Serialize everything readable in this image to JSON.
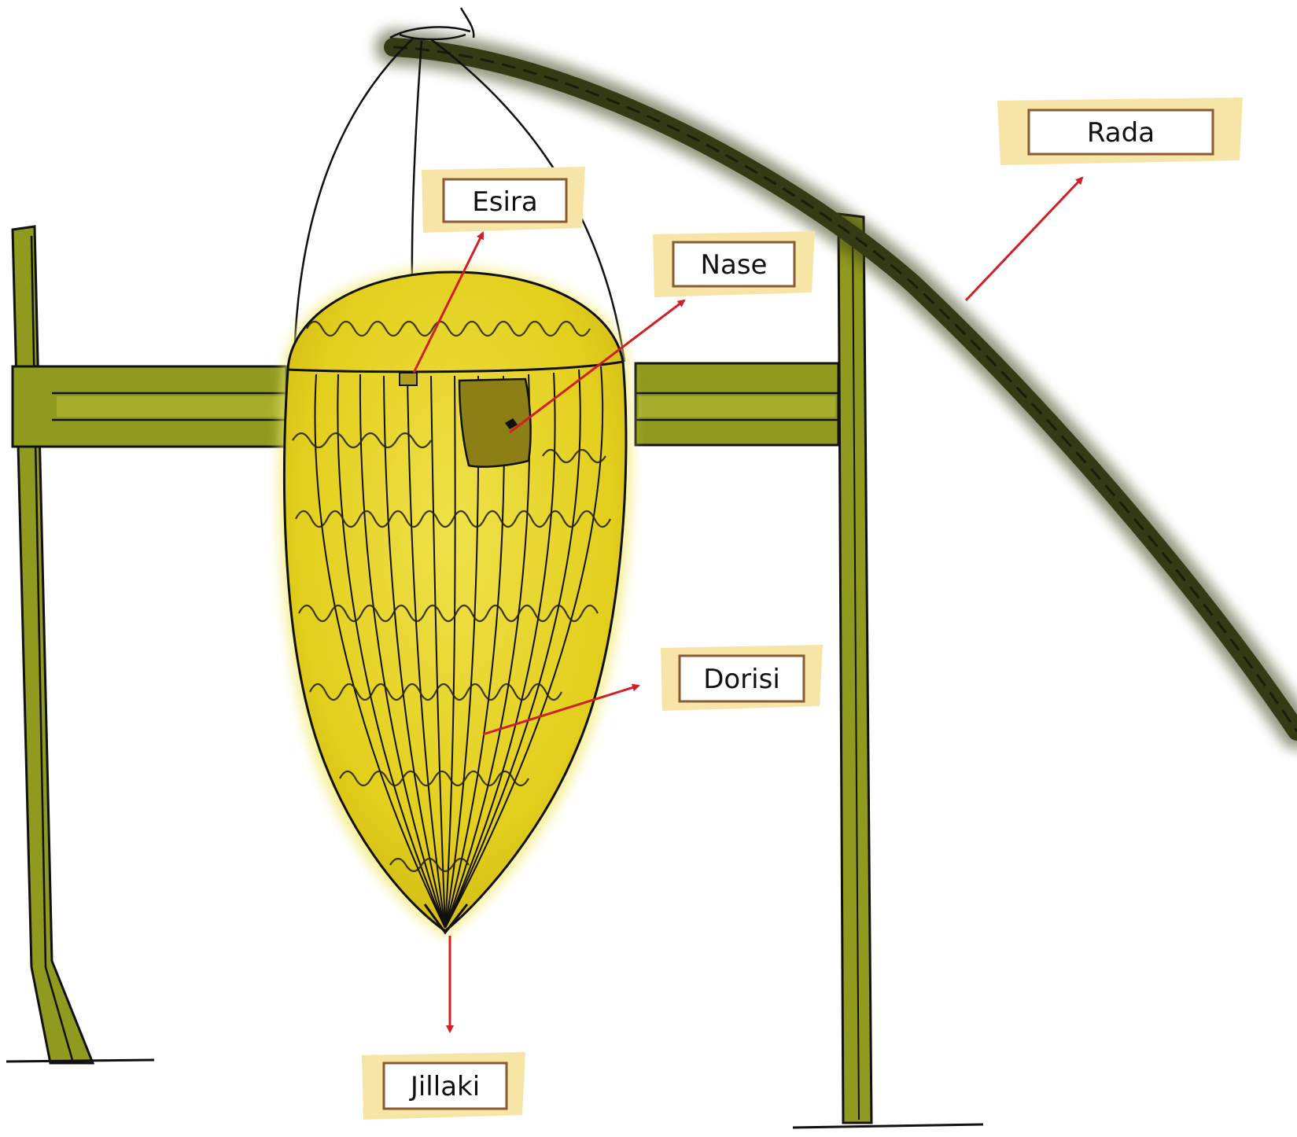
{
  "colors": {
    "frame": "#8f9a1e",
    "frame_dark": "#5c6416",
    "basket": "#e6d41e",
    "basket_glow": "#f6ef7a",
    "pocket": "#8c7f16",
    "pole": "#333a14",
    "arrow": "#d01f27",
    "tape": "#f6e5a6",
    "box_border": "#8a5a30",
    "ink": "#111111"
  },
  "labels": {
    "esira": "Esira",
    "nase": "Nase",
    "rada": "Rada",
    "dorisi": "Dorisi",
    "jillaki": "Jillaki"
  },
  "icons": {
    "arrow": "red-arrow-icon"
  }
}
